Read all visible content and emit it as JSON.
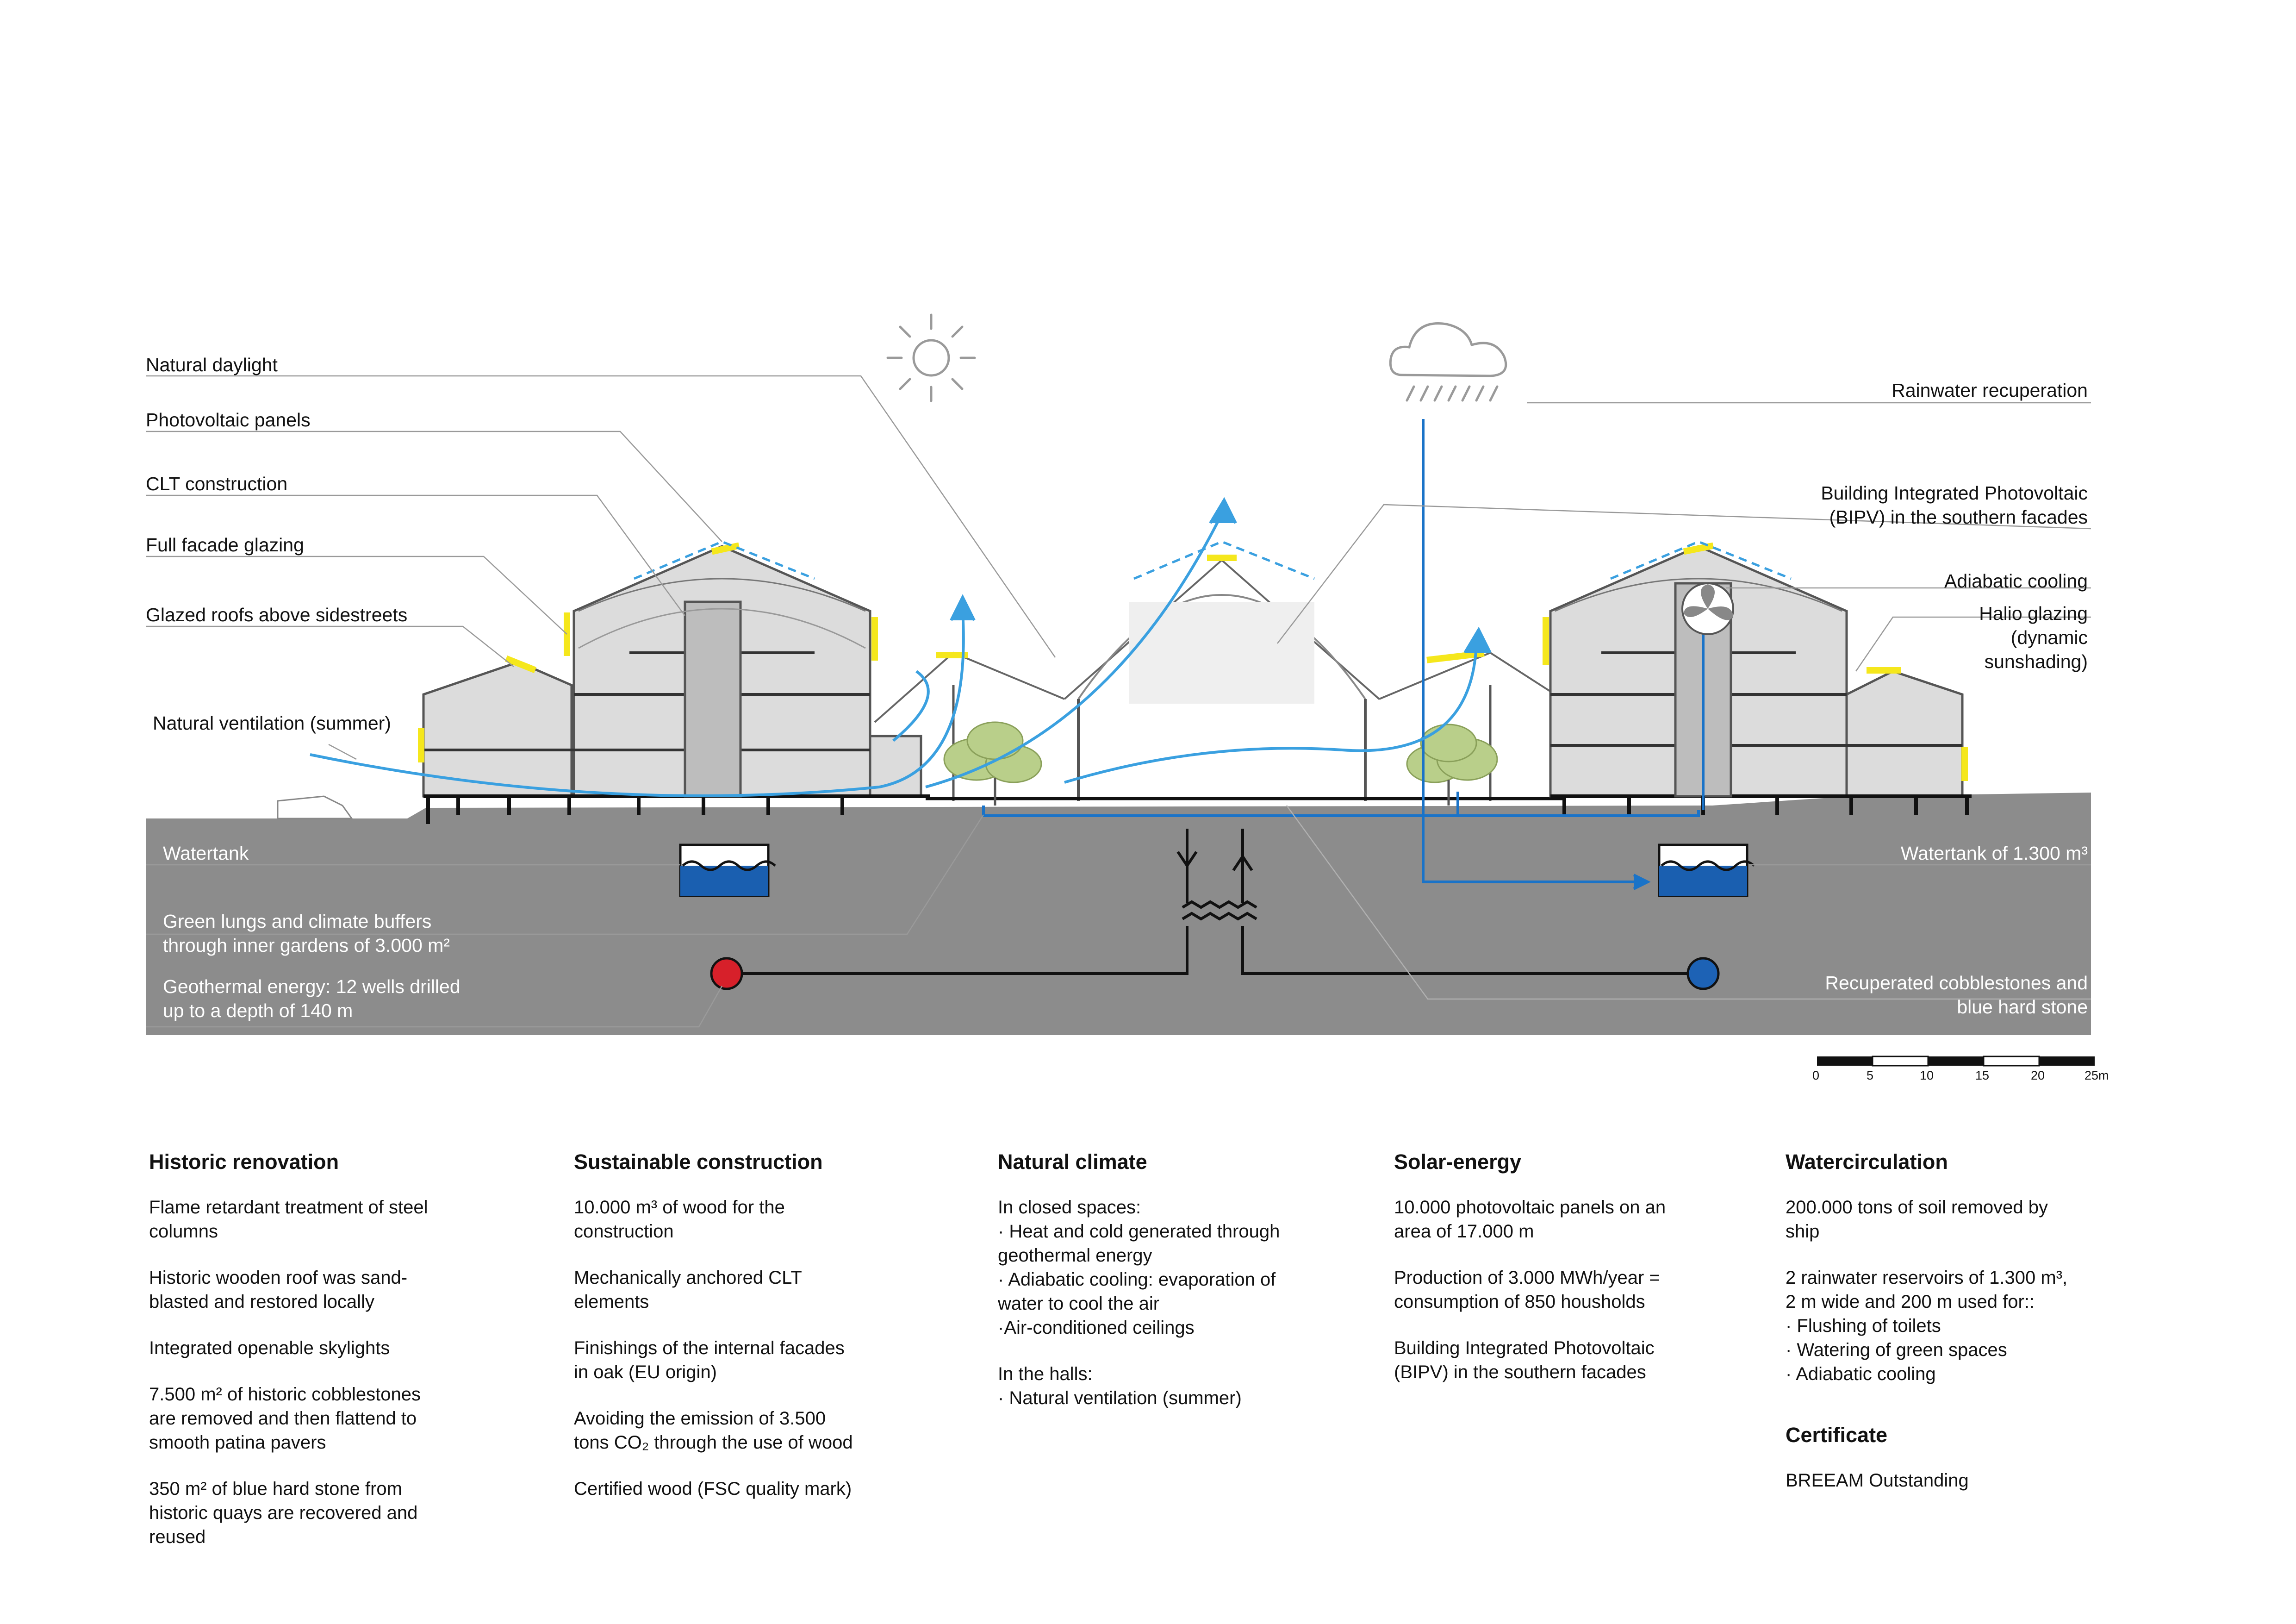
{
  "diagram": {
    "labels_left": {
      "natural_daylight": "Natural daylight",
      "photovoltaic_panels": "Photovoltaic panels",
      "clt_construction": "CLT construction",
      "full_facade_glazing": "Full facade glazing",
      "glazed_roofs": "Glazed roofs above sidestreets",
      "natural_ventilation": "Natural ventilation (summer)"
    },
    "labels_right": {
      "rainwater": "Rainwater recuperation",
      "bipv_line1": "Building Integrated Photovoltaic",
      "bipv_line2": "(BIPV) in the southern facades",
      "adiabatic": "Adiabatic cooling",
      "halio_line1": "Halio glazing",
      "halio_line2": "(dynamic",
      "halio_line3": "sunshading)"
    },
    "labels_ground": {
      "watertank": "Watertank",
      "green_line1": "Green lungs and climate buffers",
      "green_line2": "through inner gardens of 3.000 m²",
      "geo_line1": "Geothermal energy: 12 wells drilled",
      "geo_line2": "up to a depth of 140 m",
      "watertank_right": "Watertank of 1.300 m³",
      "cobble_line1": "Recuperated cobblestones and",
      "cobble_line2": "blue hard stone"
    },
    "scale_bar": [
      "0",
      "5",
      "10",
      "15",
      "20",
      "25m"
    ],
    "colors": {
      "ground": "#8c8c8c",
      "structure": "#555555",
      "building_fill": "#dcdcdc",
      "pv_yellow": "#f5e71c",
      "air_blue": "#3aa0e0",
      "water_blue": "#1a73c8",
      "tree_green": "#b9cf8a",
      "hot_red": "#d7202a",
      "cold_blue": "#1d62b5"
    },
    "icons": [
      "sun-icon",
      "cloud-rain-icon",
      "fan-icon",
      "watertank-icon",
      "heat-exchanger-icon",
      "tree-icon"
    ]
  },
  "columns": [
    {
      "title": "Historic renovation",
      "items": [
        "Flame retardant treatment of steel\ncolumns",
        "Historic wooden roof was sand-\nblasted and restored locally",
        "Integrated openable skylights",
        "7.500 m² of historic cobblestones\nare removed and then flattend to\nsmooth patina pavers",
        "350 m² of blue hard stone from\nhistoric quays are recovered and\nreused"
      ]
    },
    {
      "title": "Sustainable construction",
      "items": [
        "10.000 m³ of wood for the\nconstruction",
        "Mechanically anchored CLT\nelements",
        "Finishings of the internal facades\nin oak (EU origin)",
        "Avoiding the emission of 3.500\ntons CO₂ through the use of wood",
        "Certified wood (FSC quality mark)"
      ]
    },
    {
      "title": "Natural climate",
      "items": [
        "In closed spaces:\n· Heat and cold generated through\ngeothermal energy\n· Adiabatic cooling: evaporation of\nwater to cool the air\n·Air-conditioned ceilings",
        "In the halls:\n· Natural ventilation (summer)"
      ]
    },
    {
      "title": "Solar-energy",
      "items": [
        "10.000 photovoltaic panels on an\narea of 17.000 m",
        "Production of 3.000 MWh/year =\nconsumption of 850 housholds",
        "Building Integrated Photovoltaic\n(BIPV) in the southern facades"
      ]
    },
    {
      "title": "Watercirculation",
      "items": [
        "200.000 tons of soil removed by\nship",
        "2 rainwater reservoirs of 1.300 m³,\n2 m wide and 200 m used for::\n· Flushing of toilets\n· Watering of green spaces\n· Adiabatic cooling"
      ],
      "subtitle": "Certificate",
      "subitem": "BREEAM Outstanding"
    }
  ]
}
